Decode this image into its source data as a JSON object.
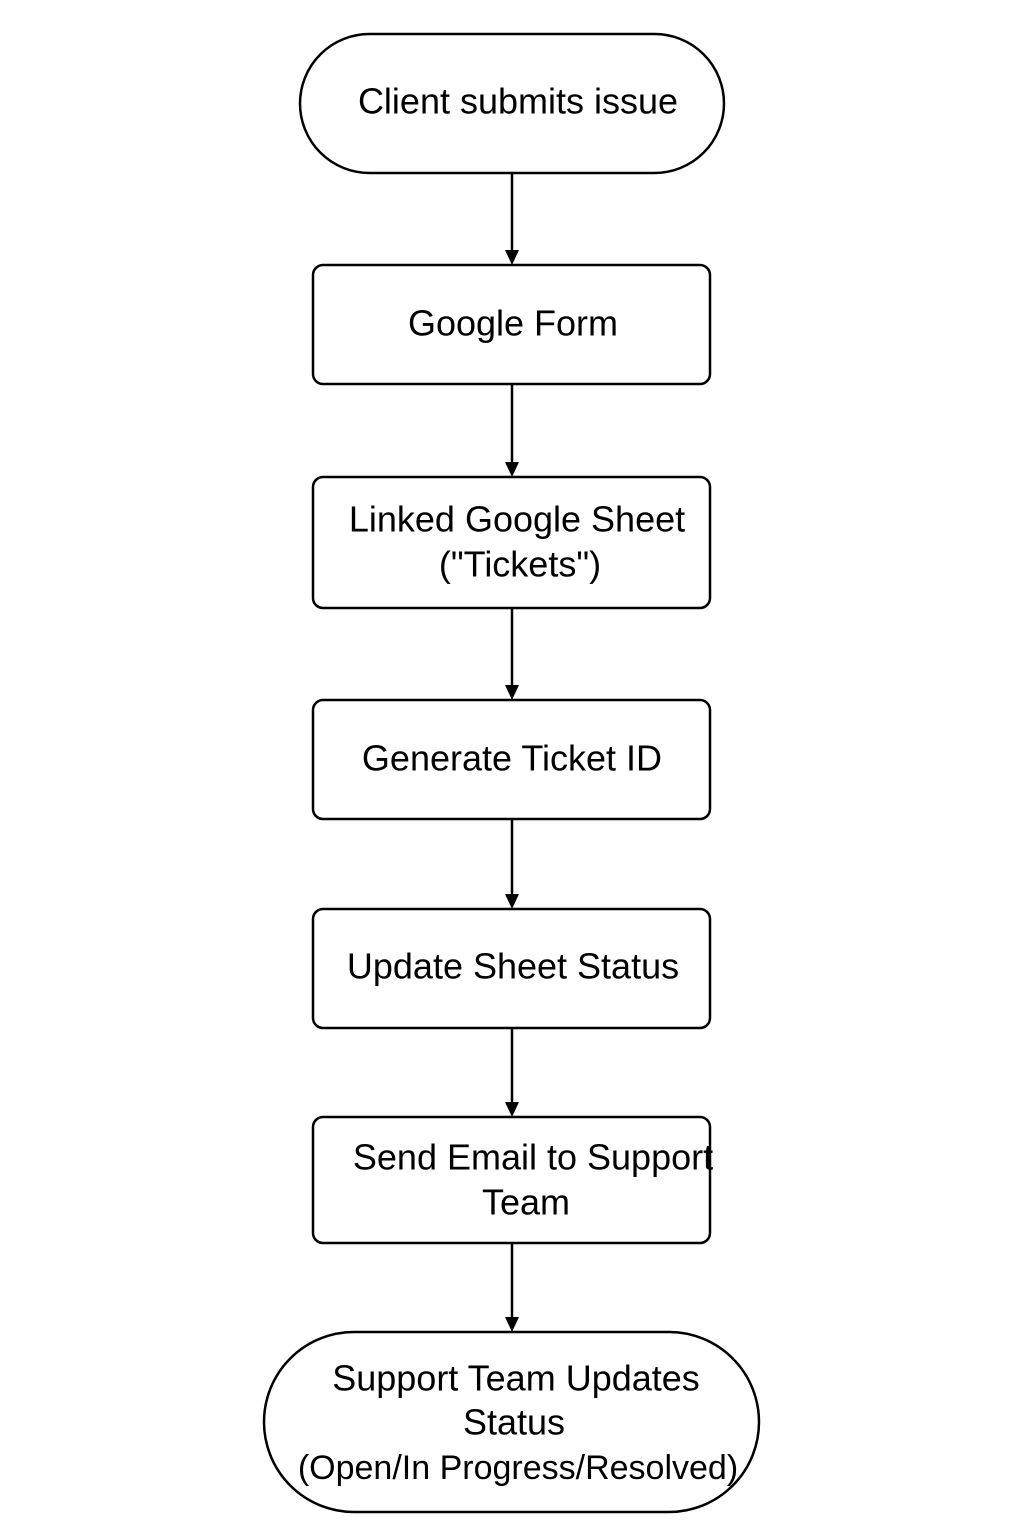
{
  "diagram": {
    "nodes": [
      {
        "id": "client-submits",
        "shape": "terminal",
        "lines": [
          "Client submits issue"
        ]
      },
      {
        "id": "google-form",
        "shape": "process",
        "lines": [
          "Google Form"
        ]
      },
      {
        "id": "linked-sheet",
        "shape": "process",
        "lines": [
          "Linked Google Sheet",
          "(\"Tickets\")"
        ]
      },
      {
        "id": "generate-id",
        "shape": "process",
        "lines": [
          "Generate Ticket ID"
        ]
      },
      {
        "id": "update-status",
        "shape": "process",
        "lines": [
          "Update Sheet Status"
        ]
      },
      {
        "id": "send-email",
        "shape": "process",
        "lines": [
          "Send Email to Support",
          "Team"
        ]
      },
      {
        "id": "support-updates",
        "shape": "terminal",
        "lines": [
          "Support Team Updates",
          "Status",
          "(Open/In Progress/Resolved)"
        ]
      }
    ],
    "edges": [
      {
        "from": "client-submits",
        "to": "google-form"
      },
      {
        "from": "google-form",
        "to": "linked-sheet"
      },
      {
        "from": "linked-sheet",
        "to": "generate-id"
      },
      {
        "from": "generate-id",
        "to": "update-status"
      },
      {
        "from": "update-status",
        "to": "send-email"
      },
      {
        "from": "send-email",
        "to": "support-updates"
      }
    ]
  }
}
